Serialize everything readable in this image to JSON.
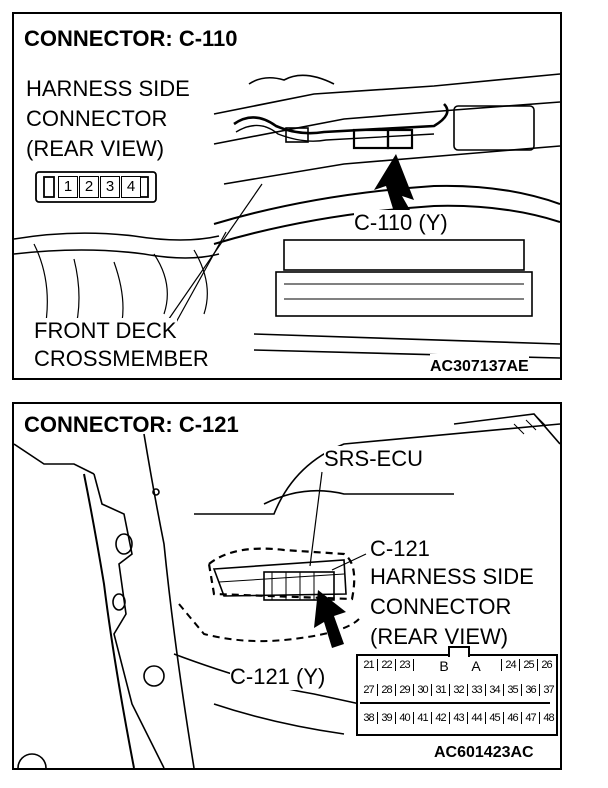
{
  "top": {
    "title": "CONNECTOR: C-110",
    "harness_lines": [
      "HARNESS SIDE",
      "CONNECTOR",
      "(REAR VIEW)"
    ],
    "pins": [
      "1",
      "2",
      "3",
      "4"
    ],
    "callout": "C-110 (Y)",
    "deck_lines": [
      "FRONT DECK",
      "CROSSMEMBER"
    ],
    "code": "AC307137AE"
  },
  "bottom": {
    "title": "CONNECTOR: C-121",
    "ecu": "SRS-ECU",
    "connector_lines": [
      "C-121",
      "HARNESS SIDE",
      "CONNECTOR",
      "(REAR VIEW)"
    ],
    "callout": "C-121 (Y)",
    "pins_row1_left": [
      "21",
      "22",
      "23"
    ],
    "pins_row1_mid": [
      "B",
      "A"
    ],
    "pins_row1_right": [
      "24",
      "25",
      "26"
    ],
    "pins_row2": [
      "27",
      "28",
      "29",
      "30",
      "31",
      "32",
      "33",
      "34",
      "35",
      "36",
      "37"
    ],
    "pins_row3": [
      "38",
      "39",
      "40",
      "41",
      "42",
      "43",
      "44",
      "45",
      "46",
      "47",
      "48"
    ],
    "code": "AC601423AC"
  }
}
